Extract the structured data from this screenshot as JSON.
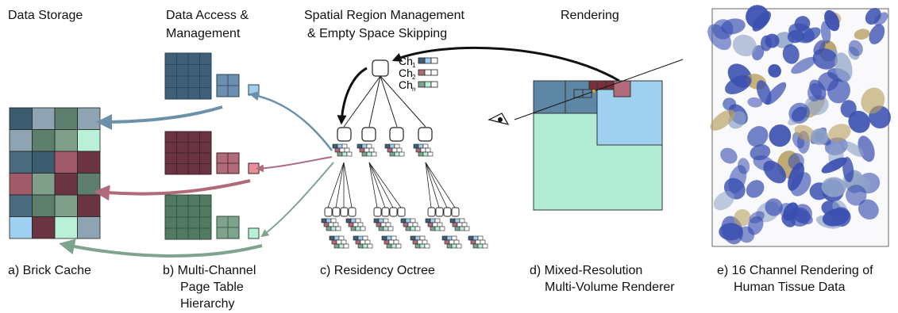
{
  "headings": {
    "storage": "Data Storage",
    "access_1": "Data Access &",
    "access_2": "Management",
    "spatial_1": "Spatial Region Management",
    "spatial_2": "& Empty Space Skipping",
    "rendering": "Rendering"
  },
  "channels": {
    "ch1": "Ch",
    "ch1_sub": "1",
    "ch2": "Ch",
    "ch2_sub": "2",
    "chn": "Ch",
    "chn_sub": "n"
  },
  "captions": {
    "a": "a) Brick Cache",
    "b_1": "b) Multi-Channel",
    "b_2": "Page Table",
    "b_3": "Hierarchy",
    "c": "c) Residency Octree",
    "d_1": "d) Mixed-Resolution",
    "d_2": "Multi-Volume Renderer",
    "e_1": "e) 16 Channel Rendering of",
    "e_2": "Human Tissue Data"
  },
  "colors": {
    "blue_dark": "#3f5f78",
    "blue_mid": "#6b8fae",
    "blue_light": "#9fd0ef",
    "red_dark": "#6a3442",
    "red_mid": "#b06a7a",
    "red_light": "#e8909a",
    "green_dark": "#527a62",
    "green_mid": "#7fa48d",
    "green_light": "#b8f0d8",
    "render_teal": "#b3ecd4",
    "render_sky": "#9fd0ef",
    "render_slate": "#5e87a6"
  },
  "brick_cache_colors": [
    [
      "#3a5c6e",
      "#8ea4b2",
      "#5d7e6c",
      "#8ea4b2"
    ],
    [
      "#8ea4b2",
      "#5d7e6c",
      "#7e9e8a",
      "#b8f0d8"
    ],
    [
      "#4a6a80",
      "#3a5c6e",
      "#a05a6a",
      "#6a3442"
    ],
    [
      "#a05a6a",
      "#7e9e8a",
      "#6a3442",
      "#5d7e6c"
    ],
    [
      "#4a6a80",
      "#5d7e6c",
      "#7e9e8a",
      "#6a3442"
    ],
    [
      "#9fd0ef",
      "#6a3442",
      "#b8f0d8",
      "#8ea4b2"
    ]
  ]
}
